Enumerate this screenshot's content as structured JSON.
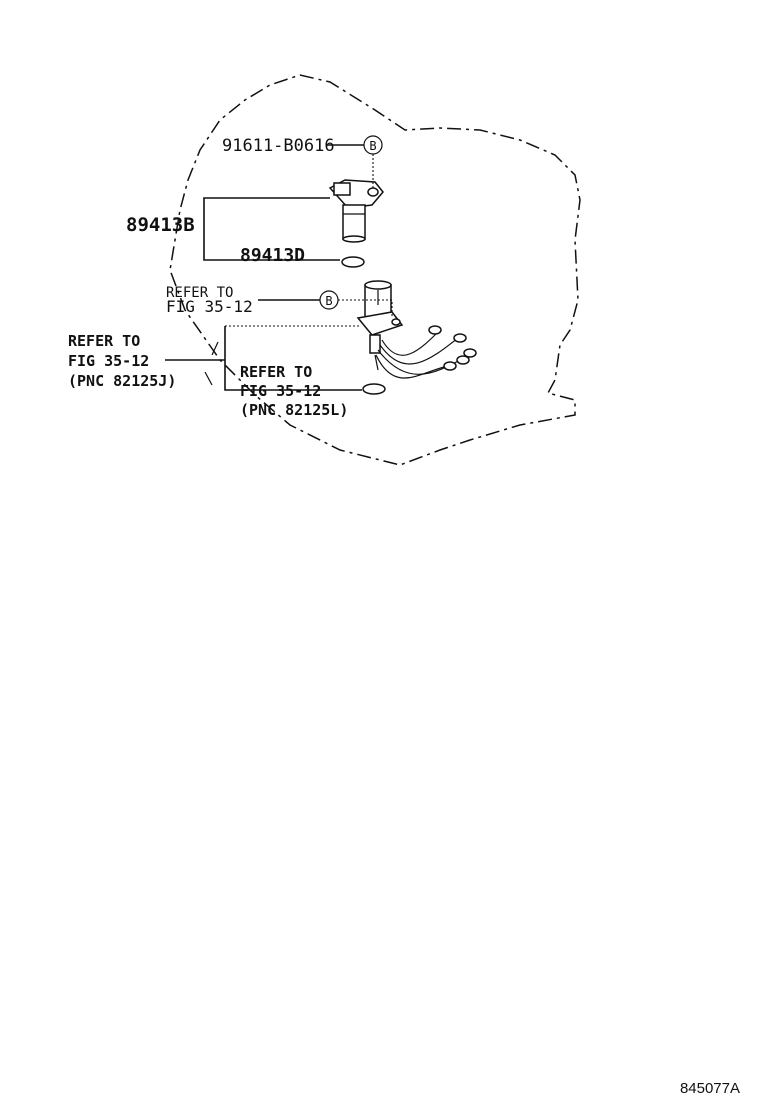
{
  "labels": {
    "bolt_part_no": "91611-B0616",
    "sensor_part_no": "89413B",
    "oring_part_no": "89413D",
    "callout_b_upper": "B",
    "callout_b_lower": "B",
    "refer_a_line1": "REFER TO",
    "refer_a_line2": "FIG 35-12",
    "refer_b_line1": "REFER TO",
    "refer_b_line2": "FIG 35-12",
    "refer_b_line3": "(PNC 82125J)",
    "refer_c_line1": "REFER TO",
    "refer_c_line2": "FIG 35-12",
    "refer_c_line3": "(PNC 82125L)"
  },
  "figure_number": "845077A"
}
